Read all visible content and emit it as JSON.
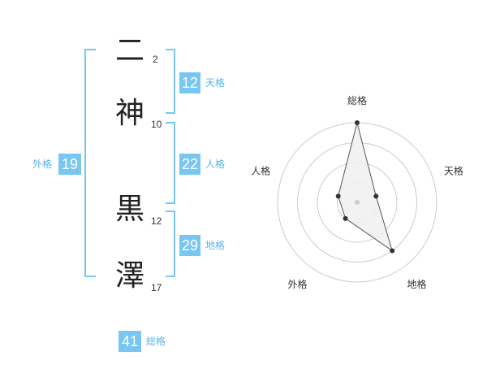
{
  "name": {
    "chars": [
      {
        "char": "二",
        "strokes": "2"
      },
      {
        "char": "神",
        "strokes": "10"
      },
      {
        "char": "黒",
        "strokes": "12"
      },
      {
        "char": "澤",
        "strokes": "17"
      }
    ]
  },
  "fortunes": {
    "ten": {
      "value": "12",
      "label": "天格"
    },
    "jin": {
      "value": "22",
      "label": "人格"
    },
    "chi": {
      "value": "29",
      "label": "地格"
    },
    "gai": {
      "value": "19",
      "label": "外格"
    },
    "sou": {
      "value": "41",
      "label": "総格"
    }
  },
  "chart_data": {
    "type": "radar",
    "axes": [
      "総格",
      "天格",
      "地格",
      "外格",
      "人格"
    ],
    "values": [
      4,
      1,
      3,
      1,
      1
    ],
    "rmax": 4,
    "rings": 4,
    "colors": {
      "fill": "#f0f0f0",
      "line": "#555555",
      "point": "#333333",
      "grid": "#cccccc"
    }
  }
}
